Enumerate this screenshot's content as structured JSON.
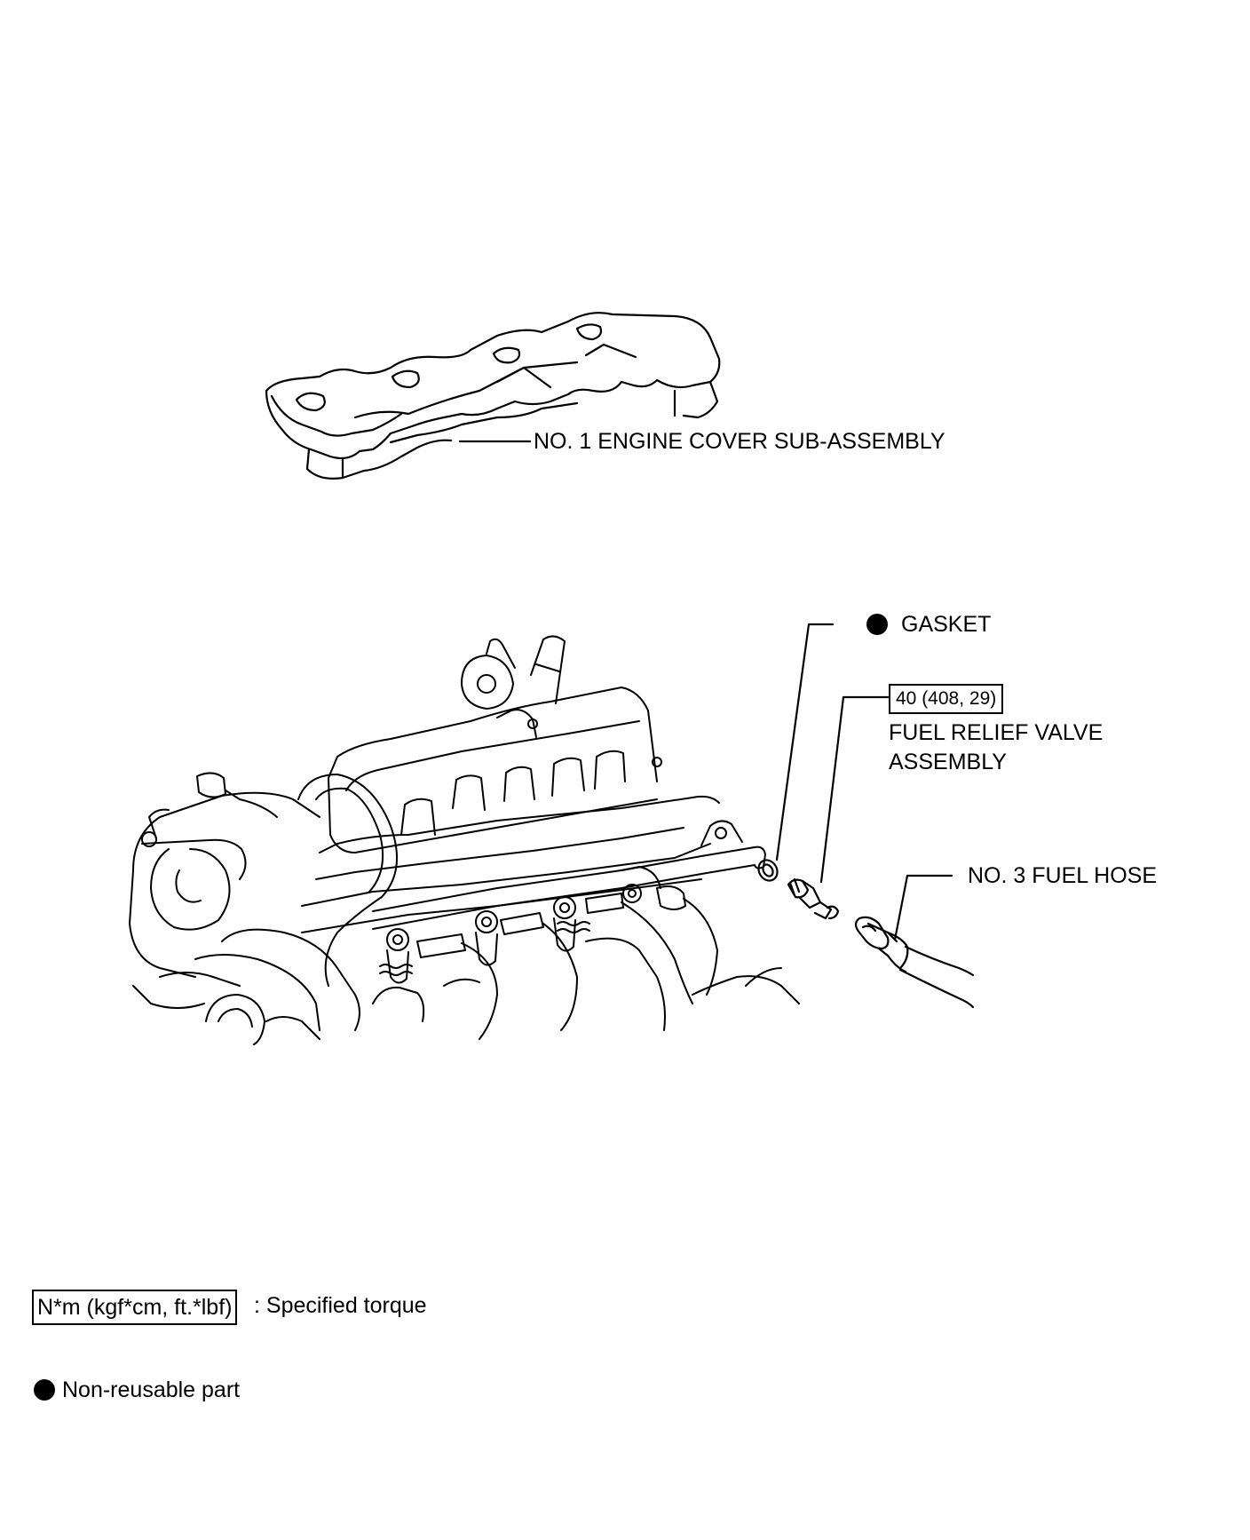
{
  "labels": {
    "engine_cover": "NO. 1 ENGINE COVER SUB-ASSEMBLY",
    "gasket": "GASKET",
    "torque": "40 (408, 29)",
    "fuel_relief_line1": "FUEL RELIEF VALVE",
    "fuel_relief_line2": "ASSEMBLY",
    "fuel_hose": "NO. 3 FUEL HOSE"
  },
  "legend": {
    "torque_units": "N*m (kgf*cm, ft.*lbf)",
    "torque_desc": ": Specified torque",
    "non_reusable": "Non-reusable part"
  }
}
